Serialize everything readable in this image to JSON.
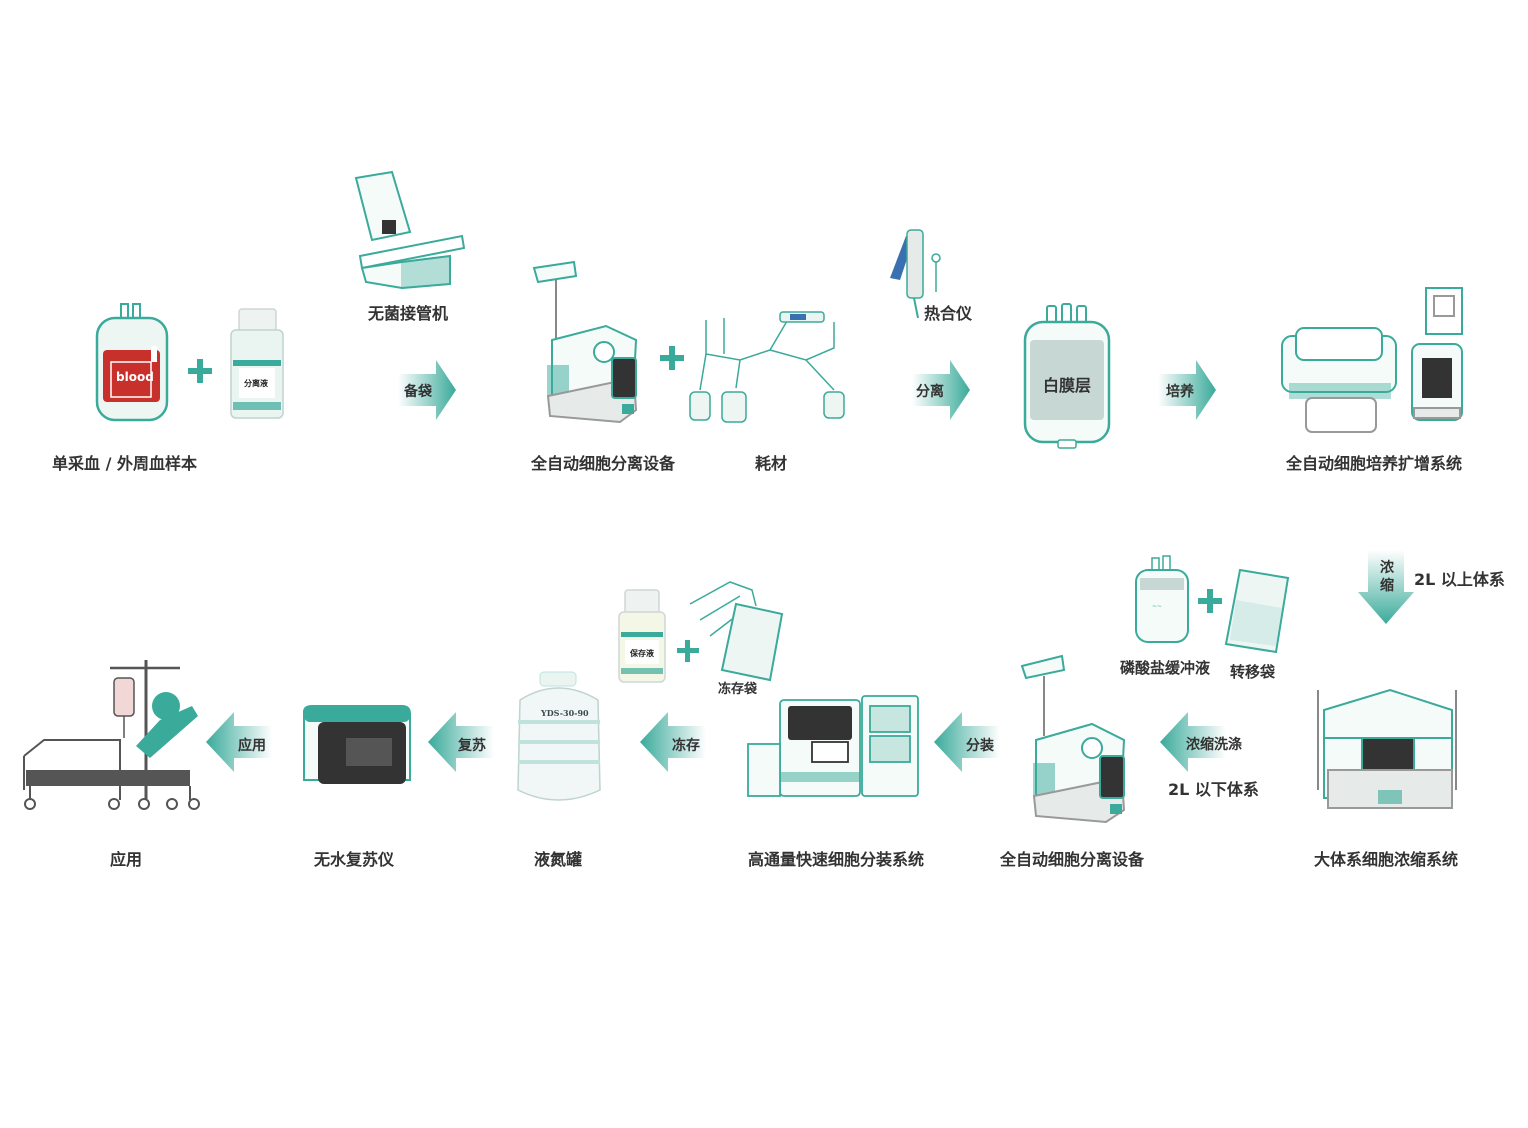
{
  "labels": {
    "blood_sample": "单采血 / 外周血样本",
    "sterile_welder": "无菌接管机",
    "separation_device_1": "全自动细胞分离设备",
    "consumables": "耗材",
    "heat_sealer": "热合仪",
    "buffy_coat": "白膜层",
    "culture_system": "全自动细胞培养扩增系统",
    "pbs": "磷酸盐缓冲液",
    "transfer_bag": "转移袋",
    "concentration_system": "大体系细胞浓缩系统",
    "separation_device_2": "全自动细胞分离设备",
    "filling_system": "高通量快速细胞分装系统",
    "ln2_tank": "液氮罐",
    "thaw_device": "无水复苏仪",
    "application": "应用",
    "freeze_bag": "冻存袋",
    "blood_bag_text": "blood",
    "separation_bottle": "分离液",
    "preservation_bottle": "保存液",
    "tank_model": "YDS-30-90",
    "volume_above": "2L 以上体系",
    "volume_below": "2L 以下体系"
  },
  "arrows": {
    "prepare_bag": "备袋",
    "separate": "分离",
    "culture": "培养",
    "concentrate_top": "浓",
    "concentrate_bottom": "缩",
    "concentrate_wash": "浓缩洗涤",
    "dispense": "分装",
    "freeze": "冻存",
    "thaw": "复苏",
    "apply": "应用"
  },
  "colors": {
    "teal": "#3aaa9a",
    "teal_light": "#bfe3dc",
    "blood_red": "#c8302b",
    "gray_fill": "#e6eae9",
    "gray_dark": "#555555"
  }
}
